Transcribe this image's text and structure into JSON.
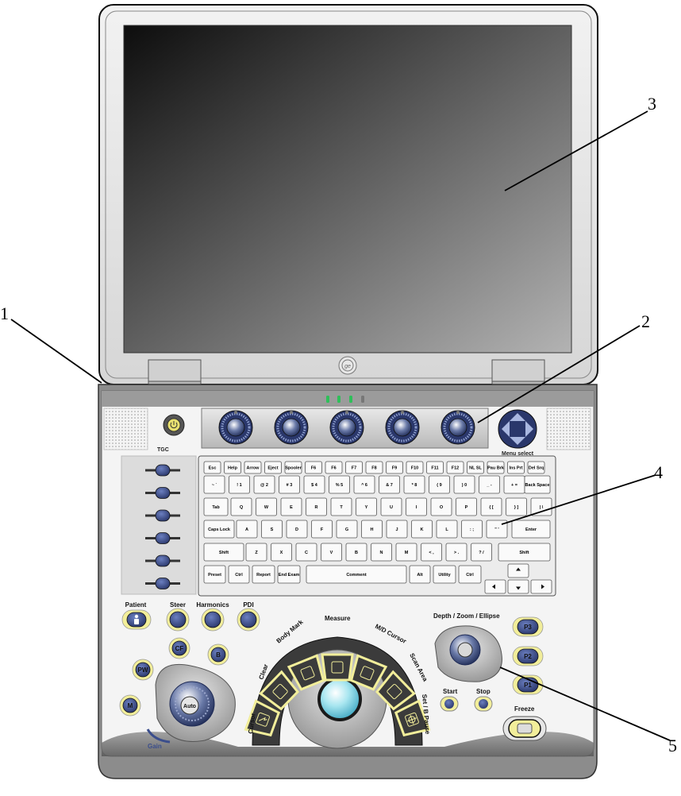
{
  "callouts": [
    "1",
    "2",
    "3",
    "4",
    "5"
  ],
  "labels": {
    "tgc": "TGC",
    "menu_select": "Menu select",
    "patient": "Patient",
    "steer": "Steer",
    "harmonics": "Harmonics",
    "pdi": "PDI",
    "cf": "CF",
    "b": "B",
    "pw": "PW",
    "m": "M",
    "auto": "Auto",
    "gain": "Gain",
    "clear": "Clear",
    "body_mark": "Body Mark",
    "measure": "Measure",
    "md_cursor": "M/D Cursor",
    "scan_area": "Scan Area",
    "cursor": "Cursor",
    "set_b_pause": "Set / B Pause",
    "depth_zoom_ellipse": "Depth / Zoom / Ellipse",
    "p3": "P3",
    "p2": "P2",
    "p1": "P1",
    "start": "Start",
    "stop": "Stop",
    "freeze": "Freeze"
  },
  "keyboard": {
    "row1": [
      "Esc",
      "Help",
      "Arrow",
      "Eject",
      "Spooler",
      "F6",
      "F6",
      "F7",
      "F8",
      "F9",
      "F10",
      "F11",
      "F12",
      "NL SL",
      "Pau Brk",
      "Ins Prt",
      "Del Srq"
    ],
    "row2": [
      "~ `",
      "! 1",
      "@ 2",
      "# 3",
      "$ 4",
      "% 5",
      "^ 6",
      "& 7",
      "* 8",
      "( 9",
      ") 0",
      "_ -",
      "+ ="
    ],
    "row2_wide": "Back Space",
    "row3_tab": "Tab",
    "row3": [
      "Q",
      "W",
      "E",
      "R",
      "T",
      "Y",
      "U",
      "I",
      "O",
      "P",
      "{ [",
      "} ]",
      "| \\"
    ],
    "row4_caps": "Caps Lock",
    "row4": [
      "A",
      "S",
      "D",
      "F",
      "G",
      "H",
      "J",
      "K",
      "L",
      ": ;",
      "\" '"
    ],
    "row4_enter": "Enter",
    "row5_shift": "Shift",
    "row5": [
      "Z",
      "X",
      "C",
      "V",
      "B",
      "N",
      "M",
      "< ,",
      "> .",
      "? /"
    ],
    "row5_shift_r": "Shift",
    "row6": {
      "preset": "Preset",
      "ctrl": "Ctrl",
      "report": "Report",
      "end_exam": "End Exam",
      "comment": "Comment",
      "alt": "Alt",
      "utility": "Utility",
      "ctrl_r": "Ctrl"
    }
  },
  "colors": {
    "yellow_accent": "#f2ee9a",
    "button_blue": "#3b4e8c",
    "green_key_text": "#1aa01a",
    "screen_dark": "#111111",
    "screen_light": "#aaaaaa"
  },
  "icons": [
    "power-icon",
    "person-icon",
    "trackball-icon",
    "arrow-cursor-icon",
    "crosshair-icon",
    "ge-logo-icon",
    "up-arrow-icon",
    "down-arrow-icon",
    "left-arrow-icon",
    "right-arrow-icon"
  ]
}
